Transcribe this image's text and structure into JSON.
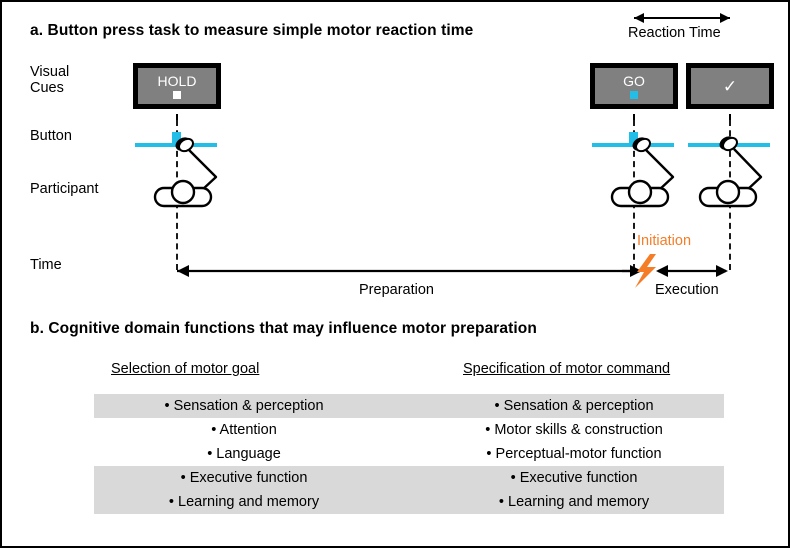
{
  "panel_a": {
    "title": "a. Button press task to measure simple motor reaction time",
    "reaction_time_label": "Reaction Time",
    "row_labels": {
      "visual_cues_line1": "Visual",
      "visual_cues_line2": "Cues",
      "button": "Button",
      "participant": "Participant",
      "time": "Time"
    },
    "cues": [
      {
        "name": "hold-cue",
        "text": "HOLD",
        "dot_color": "#ffffff"
      },
      {
        "name": "go-cue",
        "text": "GO",
        "dot_color": "#22BEE8"
      },
      {
        "name": "check-cue",
        "text": "✓",
        "dot_color": "none"
      }
    ],
    "intervals": {
      "preparation": "Preparation",
      "execution": "Execution",
      "initiation": "Initiation"
    },
    "colors": {
      "cyan": "#22BEE8",
      "orange": "#F57D28",
      "screen_gray": "#808080"
    }
  },
  "panel_b": {
    "title": "b. Cognitive domain functions that may influence motor preparation",
    "columns": [
      {
        "header": "Selection of motor goal",
        "items": [
          "• Sensation & perception",
          "• Attention",
          "• Language",
          "• Executive function",
          "• Learning and memory"
        ]
      },
      {
        "header": "Specification of motor command",
        "items": [
          "• Sensation & perception",
          "• Motor skills & construction",
          "• Perceptual-motor function",
          "• Executive function",
          "• Learning and memory"
        ]
      }
    ],
    "row_shading": [
      "shaded",
      "plain",
      "plain",
      "shaded",
      "shaded"
    ],
    "shade_color": "#d9d9d9"
  }
}
